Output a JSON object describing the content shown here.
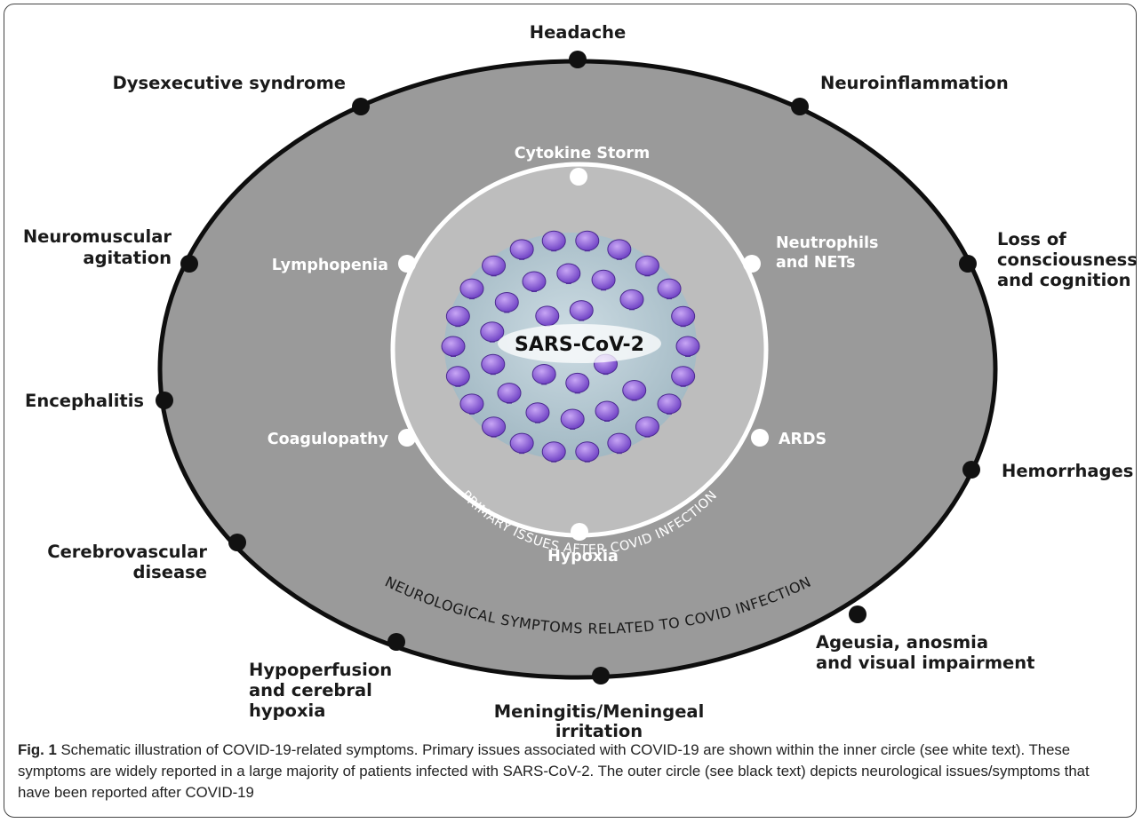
{
  "outer_labels": {
    "headache": "Headache",
    "neuroinflammation": "Neuroinflammation",
    "dysexecutive": "Dysexecutive syndrome",
    "neuromuscular_1": "Neuromuscular",
    "neuromuscular_2": "agitation",
    "loss_1": "Loss of",
    "loss_2": "consciousness",
    "loss_3": "and cognition",
    "encephalitis": "Encephalitis",
    "hemorrhages": "Hemorrhages",
    "cerebrovascular_1": "Cerebrovascular",
    "cerebrovascular_2": "disease",
    "ageusia_1": "Ageusia, anosmia",
    "ageusia_2": "and visual impairment",
    "hypoperfusion_1": "Hypoperfusion",
    "hypoperfusion_2": "and cerebral",
    "hypoperfusion_3": "hypoxia",
    "meningitis_1": "Meningitis/Meningeal",
    "meningitis_2": "irritation"
  },
  "inner_labels": {
    "cytokine": "Cytokine Storm",
    "lymphopenia": "Lymphopenia",
    "neutrophils_1": "Neutrophils",
    "neutrophils_2": "and NETs",
    "coagulopathy": "Coagulopathy",
    "ards": "ARDS",
    "hypoxia": "Hypoxia"
  },
  "virus_label": "SARS-CoV-2",
  "arc_inner": "PRIMARY ISSUES AFTER COVID INFECTION",
  "arc_outer": "NEUROLOGICAL SYMPTOMS RELATED TO COVID INFECTION",
  "caption": {
    "prefix": "Fig. 1",
    "text": " Schematic illustration of COVID-19-related symptoms. Primary issues associated with COVID-19 are shown within the inner circle (see white text). These symptoms are widely reported in a large majority of patients infected with SARS-CoV-2. The outer circle (see black text) depicts neurological issues/symptoms that have been reported after COVID-19"
  },
  "colors": {
    "outer_fill": "#9a9a9a",
    "inner_fill": "#bdbdbd",
    "virus_body": "#a9c3cf",
    "spike": "#8a5bd6"
  }
}
